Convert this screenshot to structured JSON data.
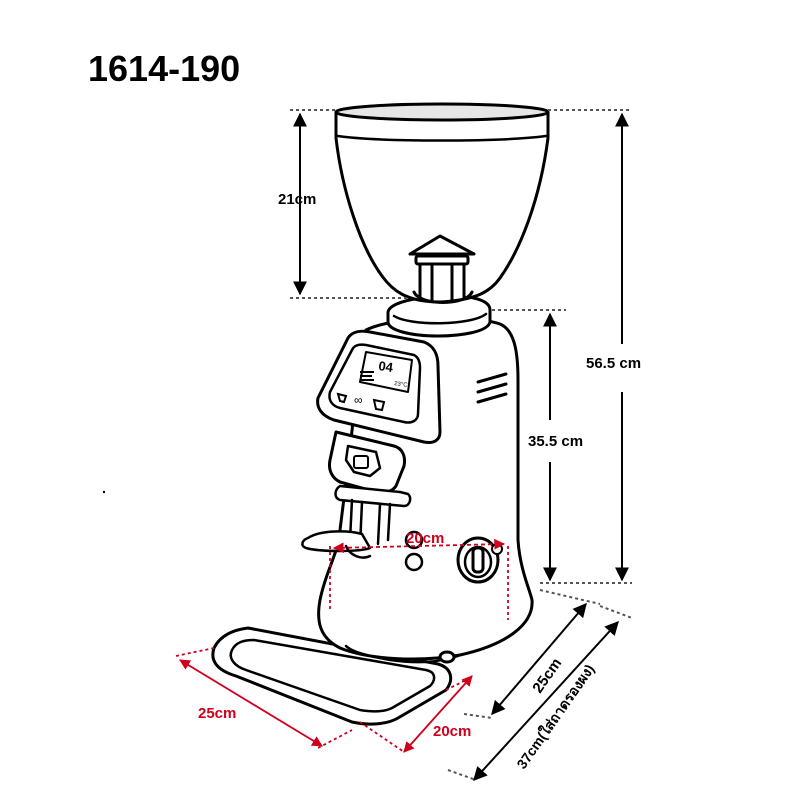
{
  "title": "1614-190",
  "dimensions": {
    "hopper_height": "21cm",
    "total_height": "56.5 cm",
    "body_height": "35.5 cm",
    "base_width": "20cm",
    "tray_depth": "25cm",
    "tray_width": "20cm",
    "base_depth": "25cm",
    "depth_with_tray": "37cm(ใส่ถาดรองผง)"
  },
  "display": {
    "digits": "04",
    "temp": "23°C"
  },
  "colors": {
    "line": "#000000",
    "dimension_black": "#000000",
    "dimension_red": "#d0001c",
    "guide_dash": "#555555"
  }
}
